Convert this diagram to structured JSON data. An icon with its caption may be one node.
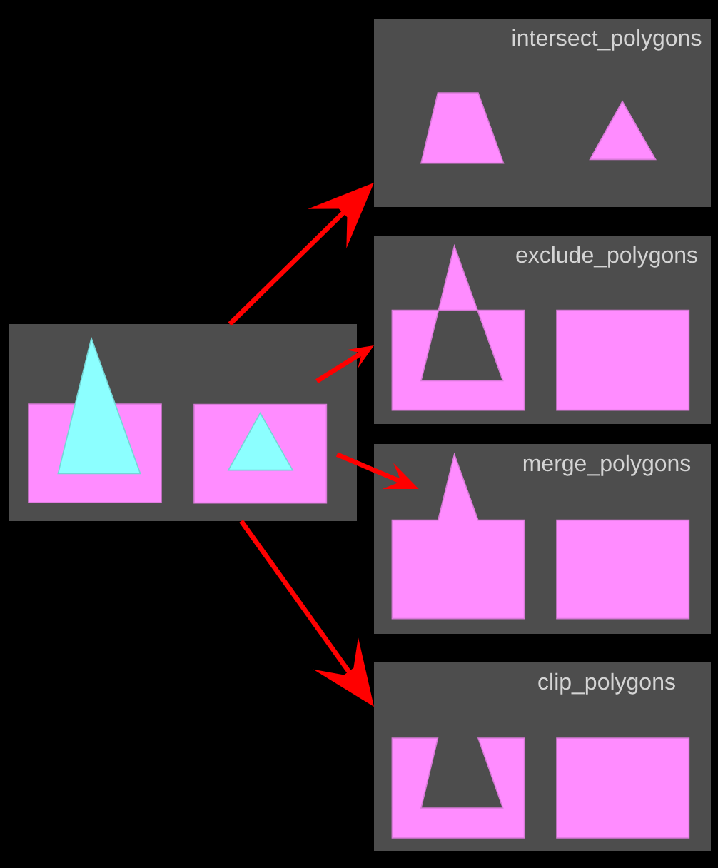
{
  "diagram": {
    "nodes": [
      {
        "text": [],
        "shape": "box"
      },
      {
        "text": [
          "intersect_polygons"
        ]
      },
      {
        "text": [
          "exclude_polygons"
        ]
      },
      {
        "text": [
          "merge_polygons"
        ]
      },
      {
        "text": [
          "clip_polygons"
        ]
      }
    ],
    "edges": [
      {
        "from": 0,
        "to": 1,
        "arrow": "to"
      },
      {
        "from": 0,
        "to": 2,
        "arrow": "to"
      },
      {
        "from": 0,
        "to": 3,
        "arrow": "to"
      },
      {
        "from": 0,
        "to": 4,
        "arrow": "to"
      }
    ]
  }
}
